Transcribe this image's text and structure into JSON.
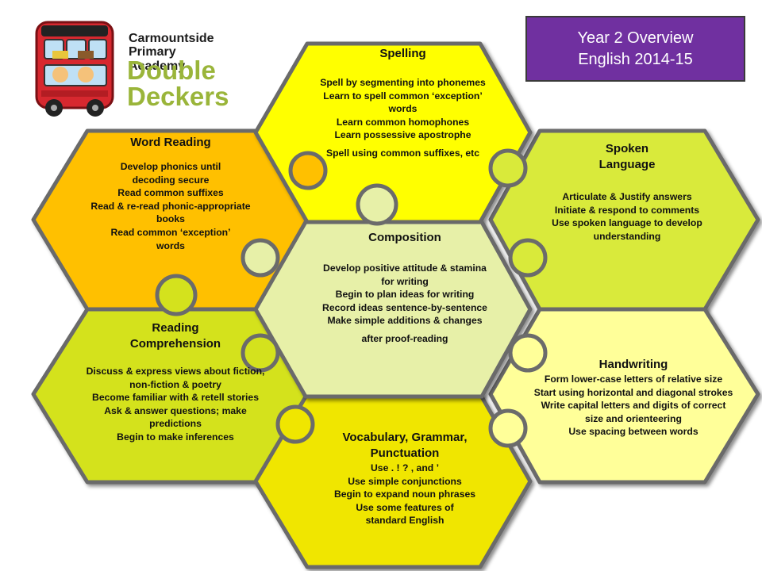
{
  "header": {
    "title_line1": "Year 2 Overview",
    "title_line2": "English 2014-15",
    "box_color": "#7030a0"
  },
  "logo": {
    "line1": "Carmountside",
    "line2": "Primary Academy",
    "line3": "Double",
    "line4": "Deckers",
    "brand_color": "#9ab53a",
    "bus_color": "#d7282f"
  },
  "tiles": [
    {
      "key": "spelling",
      "title": "Spelling",
      "color": "#ffff00",
      "items": [
        "Spell by segmenting into phonemes",
        "Learn to spell common ‘exception’",
        "words",
        "Learn common homophones",
        "Learn possessive apostrophe",
        "Spell using common suffixes, etc"
      ]
    },
    {
      "key": "word-reading",
      "title": "Word Reading",
      "color": "#ffc000",
      "items": [
        "Develop phonics until",
        "decoding secure",
        "Read common suffixes",
        "Read & re-read phonic-appropriate",
        "books",
        "Read common ‘exception’",
        "words"
      ]
    },
    {
      "key": "spoken-language",
      "title": "Spoken Language",
      "color": "#d9ea3a",
      "items": [
        "Articulate & Justify answers",
        "Initiate & respond to comments",
        "Use spoken language to develop",
        "understanding"
      ]
    },
    {
      "key": "composition",
      "title": "Composition",
      "color": "#e7f0a8",
      "items": [
        "Develop positive attitude & stamina",
        "for writing",
        "Begin to plan ideas for writing",
        "Record ideas sentence-by-sentence",
        "Make simple additions & changes",
        "after proof-reading"
      ]
    },
    {
      "key": "reading-comprehension",
      "title": "Reading Comprehension",
      "color": "#d4e21d",
      "items": [
        "Discuss & express views about fiction,",
        "non-fiction & poetry",
        "Become familiar with & retell stories",
        "Ask & answer questions; make",
        "predictions",
        "Begin to make inferences"
      ]
    },
    {
      "key": "handwriting",
      "title": "Handwriting",
      "color": "#ffff99",
      "items": [
        "Form lower-case letters of relative size",
        "Start using horizontal and diagonal strokes",
        "Write capital letters and digits of correct",
        "size and orienteering",
        "Use spacing between words"
      ]
    },
    {
      "key": "vocabulary",
      "title": "Vocabulary, Grammar, Punctuation",
      "color": "#f0e600",
      "items": [
        "Use . ! ? , and ’",
        "Use simple conjunctions",
        "Begin to expand noun phrases",
        "Use some features of",
        "standard English"
      ]
    }
  ]
}
